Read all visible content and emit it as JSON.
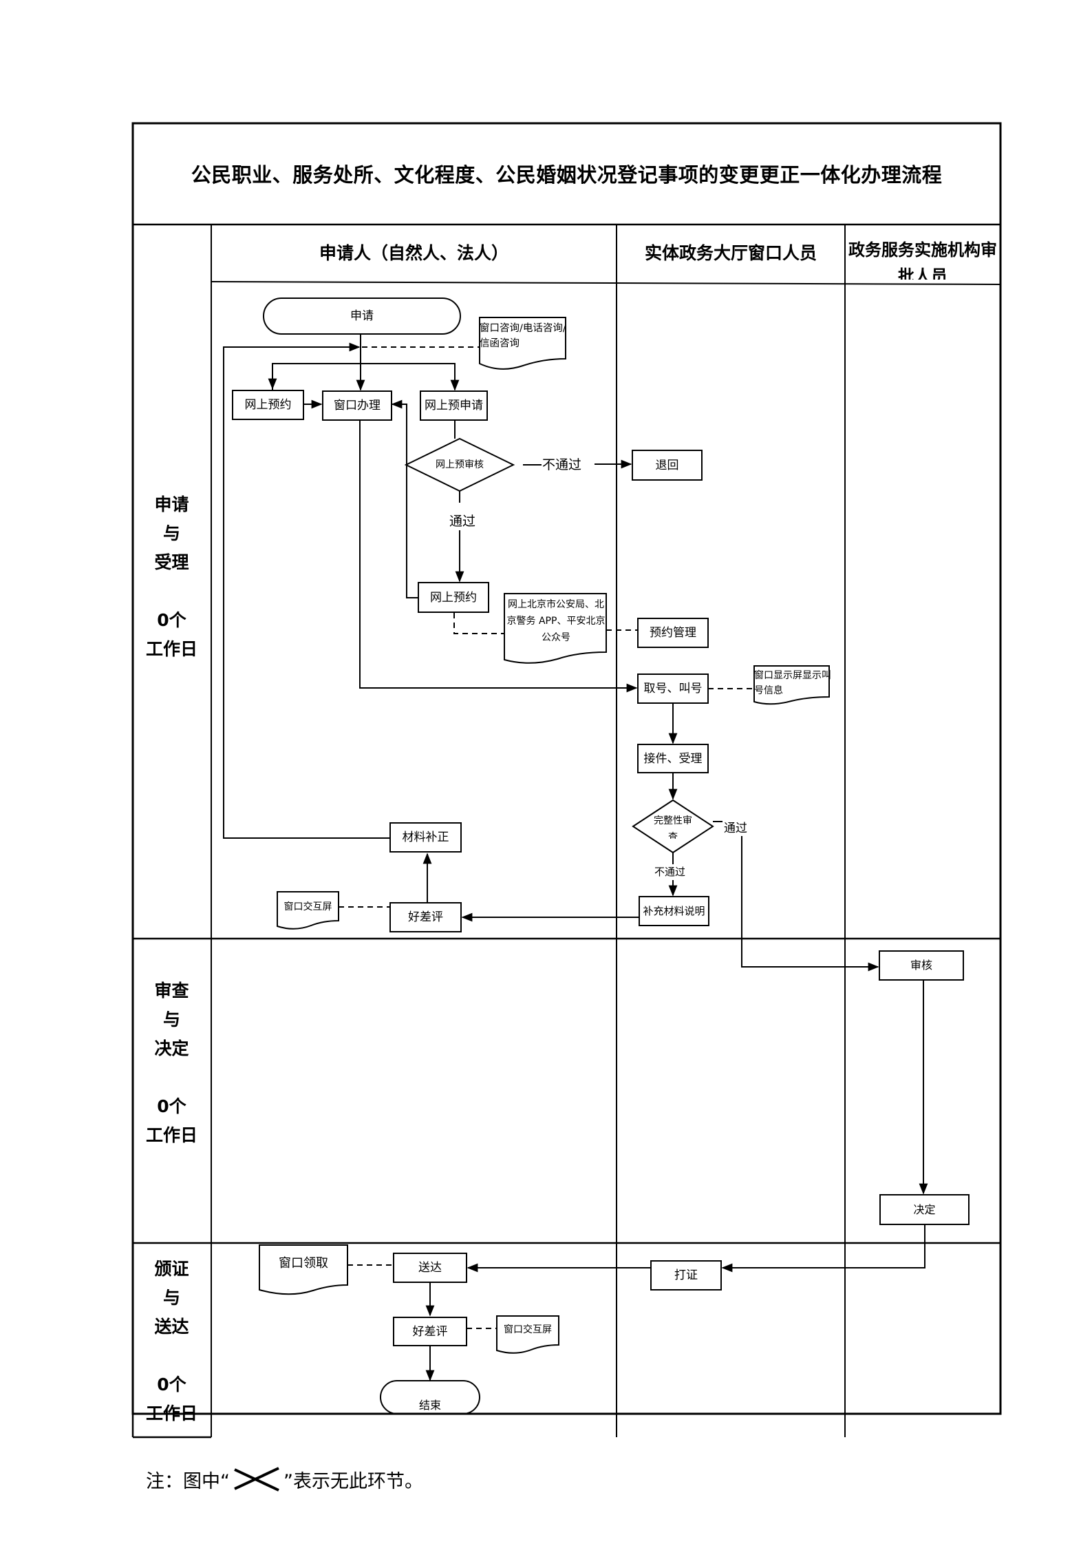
{
  "title": "公民职业、服务处所、文化程度、公民婚姻状况登记事项的变更更正一体化办理流程",
  "lanes": [
    {
      "label": "申请人（自然人、法人）"
    },
    {
      "label": "实体政务大厅窗口人员"
    },
    {
      "label": "政务服务实施机构审批人员"
    }
  ],
  "stages": [
    {
      "label": "申请\n与\n受理\n\n0个\n工作日"
    },
    {
      "label": "审查\n与\n决定\n\n0个\n工作日"
    },
    {
      "label": "颁证\n与\n送达\n\n0个\n工作日"
    }
  ],
  "nodes": {
    "apply": {
      "label": "申请",
      "shape": "terminator"
    },
    "consult_doc": {
      "label": "窗口咨询/电话咨询/信函咨询",
      "shape": "document"
    },
    "online_booking": {
      "label": "网上预约",
      "shape": "process"
    },
    "window_handle": {
      "label": "窗口办理",
      "shape": "process"
    },
    "online_preapply": {
      "label": "网上预申请",
      "shape": "process"
    },
    "online_prereview": {
      "label": "网上预审核",
      "shape": "decision"
    },
    "return": {
      "label": "退回",
      "shape": "process"
    },
    "online_booking2": {
      "label": "网上预约",
      "shape": "process"
    },
    "channels_doc": {
      "label": "网上北京市公安局、北京警务 APP、平安北京公众号",
      "shape": "document"
    },
    "booking_mgmt": {
      "label": "预约管理",
      "shape": "process"
    },
    "take_number": {
      "label": "取号、叫号",
      "shape": "process"
    },
    "display_doc": {
      "label": "窗口显示屏显示叫号信息",
      "shape": "document"
    },
    "receive": {
      "label": "接件、受理",
      "shape": "process"
    },
    "completeness": {
      "label": "完整性审查",
      "shape": "decision"
    },
    "supplement_note": {
      "label": "补充材料说明",
      "shape": "process"
    },
    "material_fix": {
      "label": "材料补正",
      "shape": "process"
    },
    "rating1": {
      "label": "好差评",
      "shape": "process"
    },
    "screen_doc1": {
      "label": "窗口交互屏",
      "shape": "document"
    },
    "review": {
      "label": "审核",
      "shape": "process"
    },
    "decide": {
      "label": "决定",
      "shape": "process"
    },
    "print_cert": {
      "label": "打证",
      "shape": "process"
    },
    "deliver": {
      "label": "送达",
      "shape": "process"
    },
    "pickup_doc": {
      "label": "窗口领取",
      "shape": "document"
    },
    "rating2": {
      "label": "好差评",
      "shape": "process"
    },
    "screen_doc2": {
      "label": "窗口交互屏",
      "shape": "document"
    },
    "end": {
      "label": "结束",
      "shape": "terminator"
    }
  },
  "edge_labels": {
    "prereview_fail": "不通过",
    "prereview_pass": "通过",
    "completeness_pass": "通过",
    "completeness_fail": "不通过"
  },
  "note": {
    "prefix": "注：图中“",
    "suffix": "”表示无此环节。"
  }
}
